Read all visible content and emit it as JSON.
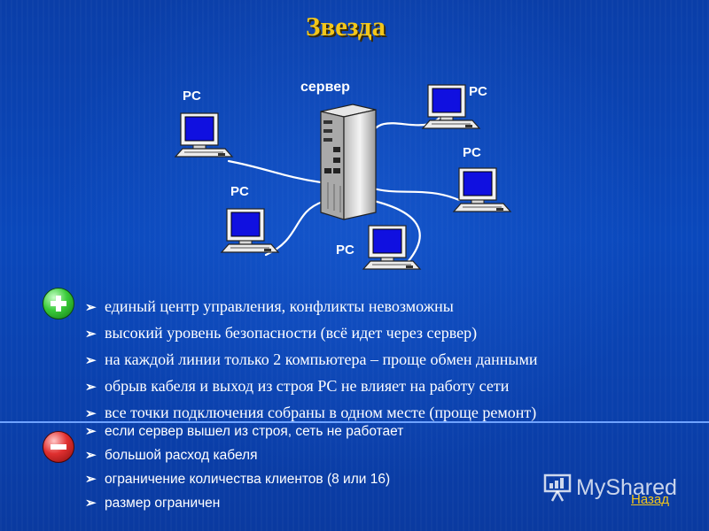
{
  "slide": {
    "title": "Звезда",
    "labels": {
      "server": "сервер",
      "pc": "PC"
    }
  },
  "pros": {
    "icon": "plus-icon",
    "color": "#2fbf2f",
    "items": [
      "единый центр управления, конфликты невозможны",
      "высокий уровень безопасности (всё идет через сервер)",
      "на каждой линии только 2 компьютера – проще обмен данными",
      "обрыв кабеля и выход из строя PC не влияет на работу сети",
      "все точки подключения собраны в одном месте (проще ремонт)"
    ]
  },
  "cons": {
    "icon": "minus-icon",
    "color": "#d82020",
    "items": [
      "если сервер вышел из строя, сеть не работает",
      "большой расход кабеля",
      "ограничение количества клиентов (8 или 16)",
      "размер ограничен"
    ]
  },
  "watermark": {
    "text": "MyShared"
  },
  "nav": {
    "back_label": "Назад"
  },
  "colors": {
    "background": "#0a45b5",
    "title": "#f2c61a",
    "text": "#ffffff",
    "link": "#f2c61a"
  }
}
